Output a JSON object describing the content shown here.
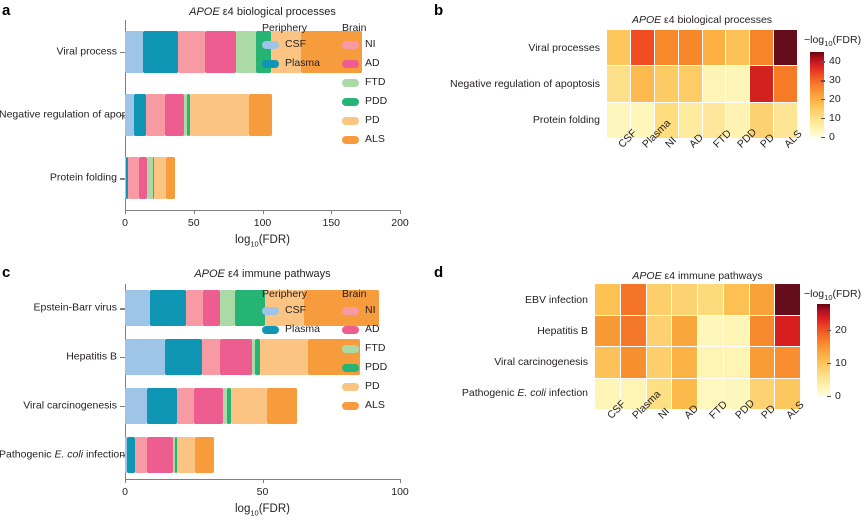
{
  "figure": {
    "panels": [
      "a",
      "b",
      "c",
      "d"
    ]
  },
  "legend": {
    "periphery_header": "Periphery",
    "brain_header": "Brain",
    "periphery_items": [
      {
        "label": "CSF",
        "color": "#9ec4e8"
      },
      {
        "label": "Plasma",
        "color": "#0e96b4"
      }
    ],
    "brain_items": [
      {
        "label": "NI",
        "color": "#f79aa4"
      },
      {
        "label": "AD",
        "color": "#ee5d8f"
      },
      {
        "label": "FTD",
        "color": "#abdaa6"
      },
      {
        "label": "PDD",
        "color": "#25b473"
      },
      {
        "label": "PD",
        "color": "#fcc483"
      },
      {
        "label": "ALS",
        "color": "#f79c3c"
      }
    ]
  },
  "panel_a": {
    "letter": "a",
    "title_italic": "APOE",
    "title_rest": " ε4 biological processes",
    "xlabel_main": "log",
    "xlabel_sub": "10",
    "xlabel_tail": "(FDR)",
    "chart_data": {
      "type": "bar",
      "orientation": "horizontal",
      "stacked": true,
      "title": "APOE ε4 biological processes",
      "xlabel": "log10(FDR)",
      "ylabel": "",
      "xlim": [
        0,
        200
      ],
      "xticks": [
        0,
        50,
        100,
        150,
        200
      ],
      "grid": false,
      "legend_position": "top-right",
      "categories": [
        "Viral process",
        "Negative regulation of apoptotic process",
        "Protein folding"
      ],
      "series": [
        {
          "name": "CSF",
          "color": "#9ec4e8",
          "values": [
            13.0,
            6.5,
            0.8
          ]
        },
        {
          "name": "Plasma",
          "color": "#0e96b4",
          "values": [
            25.5,
            9.0,
            1.6
          ]
        },
        {
          "name": "NI",
          "color": "#f79aa4",
          "values": [
            19.5,
            13.5,
            8.0
          ]
        },
        {
          "name": "AD",
          "color": "#ee5d8f",
          "values": [
            23.0,
            14.0,
            5.5
          ]
        },
        {
          "name": "FTD",
          "color": "#abdaa6",
          "values": [
            14.5,
            2.0,
            4.5
          ]
        },
        {
          "name": "PDD",
          "color": "#25b473",
          "values": [
            11.0,
            2.0,
            1.0
          ]
        },
        {
          "name": "PD",
          "color": "#fcc483",
          "values": [
            21.5,
            43.5,
            8.5
          ]
        },
        {
          "name": "ALS",
          "color": "#f79c3c",
          "values": [
            44.0,
            16.5,
            6.5
          ]
        }
      ],
      "totals": [
        172.0,
        107.0,
        36.4
      ]
    }
  },
  "panel_b": {
    "letter": "b",
    "title_italic": "APOE",
    "title_rest": " ε4 biological processes",
    "cbar_title_prefix": "−log",
    "cbar_title_sub": "10",
    "cbar_title_tail": "(FDR)",
    "chart_data": {
      "type": "heatmap",
      "title": "APOE ε4 biological processes",
      "colorbar_label": "−log10(FDR)",
      "colorbar_ticks": [
        0,
        10,
        20,
        30,
        40
      ],
      "vmin": 0,
      "vmax": 45,
      "columns": [
        "CSF",
        "Plasma",
        "NI",
        "AD",
        "FTD",
        "PDD",
        "PD",
        "ALS"
      ],
      "rows": [
        "Viral processes",
        "Negative regulation of apoptosis",
        "Protein folding"
      ],
      "values": [
        [
          13.0,
          25.5,
          19.5,
          23.0,
          14.5,
          11.0,
          21.5,
          44.0
        ],
        [
          6.5,
          9.0,
          13.5,
          14.0,
          2.0,
          2.0,
          43.5,
          16.5
        ],
        [
          0.8,
          1.6,
          8.0,
          5.5,
          4.5,
          1.0,
          8.5,
          6.5
        ]
      ],
      "cell_colors": [
        [
          "#fdc košmar",
          "",
          "",
          "",
          "",
          "",
          "",
          ""
        ]
      ]
    },
    "cell_hex": [
      [
        "#fdc75c",
        "#f04d23",
        "#f8892a",
        "#f8872a",
        "#fcb044",
        "#fdc257",
        "#f8842a",
        "#650d1b"
      ],
      [
        "#fee08a",
        "#fdbb4f",
        "#fdcb63",
        "#fdcc66",
        "#fef4b5",
        "#fef5b8",
        "#d2211f",
        "#f57b27"
      ],
      [
        "#fef6bd",
        "#fef6bb",
        "#fddd7e",
        "#feeb9d",
        "#fee79a",
        "#fef3b2",
        "#fdd071",
        "#fee595"
      ]
    ]
  },
  "panel_c": {
    "letter": "c",
    "title_italic": "APOE",
    "title_rest": " ε4 immune pathways",
    "xlabel_main": "log",
    "xlabel_sub": "10",
    "xlabel_tail": "(FDR)",
    "chart_data": {
      "type": "bar",
      "orientation": "horizontal",
      "stacked": true,
      "title": "APOE ε4 immune pathways",
      "xlabel": "log10(FDR)",
      "ylabel": "",
      "xlim": [
        0,
        100
      ],
      "xticks": [
        0,
        50,
        100
      ],
      "grid": false,
      "legend_position": "top-right",
      "categories": [
        "Epstein-Barr virus",
        "Hepatitis B",
        "Viral carcinogenesis",
        "Pathogenic E. coli infection"
      ],
      "series": [
        {
          "name": "CSF",
          "color": "#9ec4e8",
          "values": [
            9.0,
            14.5,
            8.0,
            0.9
          ]
        },
        {
          "name": "Plasma",
          "color": "#0e96b4",
          "values": [
            13.0,
            13.5,
            11.0,
            2.6
          ]
        },
        {
          "name": "NI",
          "color": "#f79aa4",
          "values": [
            6.5,
            6.5,
            6.0,
            4.5
          ]
        },
        {
          "name": "AD",
          "color": "#ee5d8f",
          "values": [
            6.0,
            11.5,
            10.5,
            9.5
          ]
        },
        {
          "name": "FTD",
          "color": "#abdaa6",
          "values": [
            5.5,
            1.2,
            1.5,
            0.7
          ]
        },
        {
          "name": "PDD",
          "color": "#25b473",
          "values": [
            11.0,
            1.8,
            1.5,
            0.8
          ]
        },
        {
          "name": "PD",
          "color": "#fcc483",
          "values": [
            14.0,
            17.5,
            13.0,
            6.5
          ]
        },
        {
          "name": "ALS",
          "color": "#f79c3c",
          "values": [
            27.5,
            19.0,
            11.0,
            7.0
          ]
        }
      ],
      "totals": [
        92.5,
        85.5,
        62.5,
        32.5
      ]
    }
  },
  "panel_d": {
    "letter": "d",
    "title_italic": "APOE",
    "title_rest": " ε4 immune pathways",
    "cbar_title_prefix": "−log",
    "cbar_title_sub": "10",
    "cbar_title_tail": "(FDR)",
    "chart_data": {
      "type": "heatmap",
      "title": "APOE ε4 immune pathways",
      "colorbar_label": "−log10(FDR)",
      "colorbar_ticks": [
        0,
        10,
        20
      ],
      "vmin": 0,
      "vmax": 28,
      "columns": [
        "CSF",
        "Plasma",
        "NI",
        "AD",
        "FTD",
        "PDD",
        "PD",
        "ALS"
      ],
      "rows": [
        "EBV infection",
        "Hepatitis B",
        "Viral carcinogenesis",
        "Pathogenic E. coli infection"
      ],
      "values": [
        [
          9.0,
          13.0,
          6.5,
          6.0,
          5.5,
          11.0,
          14.0,
          27.5
        ],
        [
          14.5,
          13.5,
          6.5,
          11.5,
          1.2,
          1.8,
          17.5,
          19.0
        ],
        [
          8.0,
          11.0,
          6.0,
          10.5,
          1.5,
          1.5,
          13.0,
          11.0
        ],
        [
          0.9,
          2.6,
          4.5,
          9.5,
          0.7,
          0.8,
          6.5,
          7.0
        ]
      ]
    },
    "cell_hex": [
      [
        "#fdc253",
        "#f47527",
        "#fdcf6b",
        "#fdd271",
        "#fddb7c",
        "#fdc052",
        "#f9a23a",
        "#650d1b"
      ],
      [
        "#f89a33",
        "#f4772a",
        "#fdd172",
        "#f9a63c",
        "#fef6ba",
        "#fef5b7",
        "#f78a2c",
        "#d81f20"
      ],
      [
        "#fdc15a",
        "#f88f2f",
        "#fdce6b",
        "#fbb247",
        "#fef4b3",
        "#fef4b3",
        "#f99c38",
        "#f88e2f"
      ],
      [
        "#fef5b7",
        "#fef4b4",
        "#fde083",
        "#fcba4d",
        "#fef7be",
        "#fef7bd",
        "#fdd273",
        "#fdc75f"
      ]
    ]
  }
}
